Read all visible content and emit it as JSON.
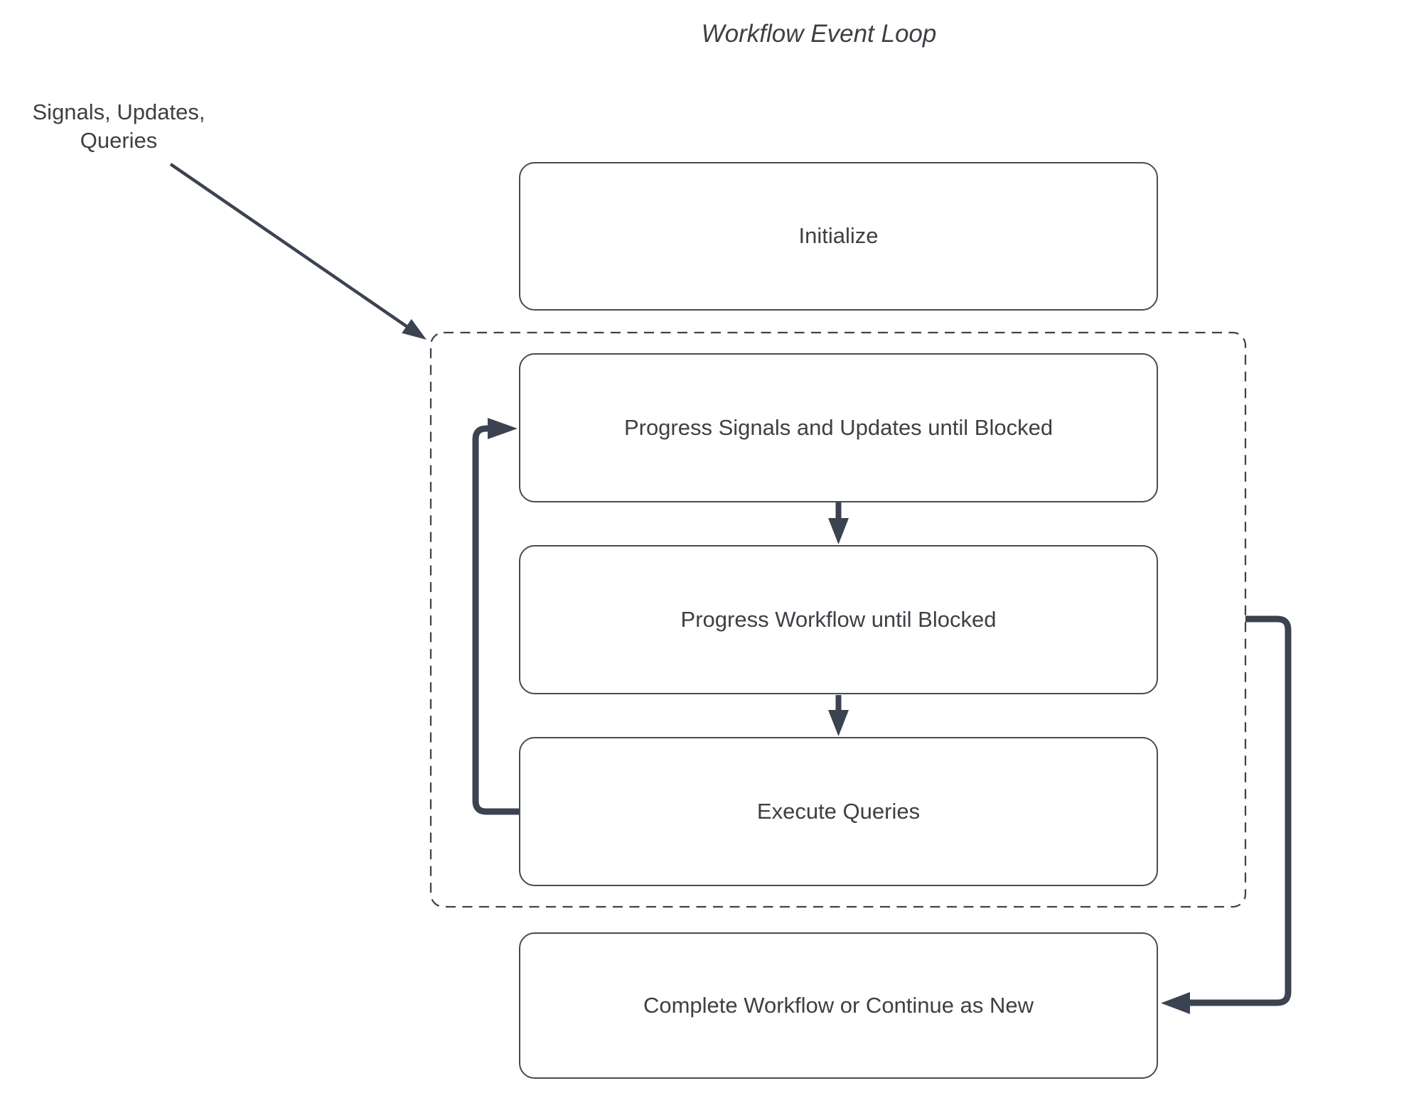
{
  "title": "Workflow Event Loop",
  "annotation": {
    "label": "Signals, Updates,\nQueries"
  },
  "nodes": {
    "initialize": {
      "label": "Initialize"
    },
    "progress_signals": {
      "label": "Progress Signals and Updates until Blocked"
    },
    "progress_workflow": {
      "label": "Progress Workflow until Blocked"
    },
    "execute_queries": {
      "label": "Execute Queries"
    },
    "complete_workflow": {
      "label": "Complete Workflow or Continue as New"
    }
  },
  "edges": [
    {
      "from": "signals-updates-queries-label",
      "to": "event-loop-boundary",
      "style": "thin-arrow"
    },
    {
      "from": "progress_signals",
      "to": "progress_workflow",
      "style": "thick-arrow"
    },
    {
      "from": "progress_workflow",
      "to": "execute_queries",
      "style": "thick-arrow"
    },
    {
      "from": "execute_queries",
      "to": "progress_signals",
      "style": "thick-loop-back-arrow"
    },
    {
      "from": "event-loop-boundary",
      "to": "complete_workflow",
      "style": "thick-arrow"
    }
  ],
  "colors": {
    "background": "#ffffff",
    "connector_line": "#3b4250",
    "node_border": "#474b52",
    "dashed_boundary": "#3f434a",
    "text": "#3d4045"
  }
}
